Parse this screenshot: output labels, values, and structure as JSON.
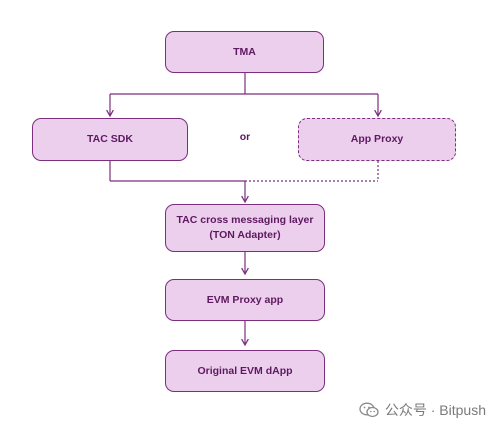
{
  "diagram": {
    "nodes": {
      "tma": {
        "label": "TMA"
      },
      "tac_sdk": {
        "label": "TAC SDK"
      },
      "app_proxy": {
        "label": "App Proxy"
      },
      "tac_layer": {
        "label": "TAC cross messaging layer\n(TON Adapter)"
      },
      "evm_proxy": {
        "label": "EVM Proxy app"
      },
      "original_dapp": {
        "label": "Original EVM dApp"
      }
    },
    "connector_or": "or",
    "colors": {
      "node_fill": "#ebcfed",
      "node_border": "#7b2f7e",
      "text": "#5e1960",
      "edge": "#7b2f7e"
    }
  },
  "watermark": {
    "text": "公众号 · Bitpush",
    "icon": "wechat-icon"
  }
}
